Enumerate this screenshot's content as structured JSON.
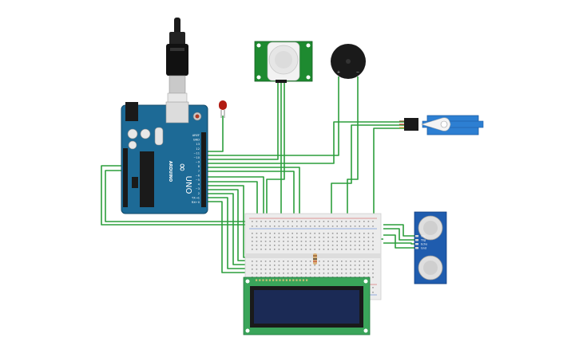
{
  "arduino": {
    "brand": "ARDUINO",
    "model": "UNO",
    "logo_symbol": "∞",
    "labels": [
      "AREF",
      "GND",
      "13",
      "12",
      "~11",
      "~10",
      "~9",
      "8",
      "7",
      "~6",
      "~5",
      "4",
      "~3",
      "2",
      "TX→1",
      "RX←0"
    ]
  },
  "pir": {
    "name": "PIR motion sensor"
  },
  "buzzer": {
    "name": "piezo buzzer",
    "plus": "+",
    "minus": "−"
  },
  "servo": {
    "name": "micro servo"
  },
  "ultrasonic": {
    "pins": [
      "Vcc",
      "Trig",
      "Echo",
      "Gnd"
    ]
  },
  "lcd": {
    "name": "16x2 LCD"
  },
  "led": {
    "color": "#b11b12"
  },
  "colors": {
    "wire": "#2c9e3c",
    "arduino_board": "#1d6a96",
    "pir_board": "#1e8a30",
    "servo_body": "#2d7fd2",
    "ultrasonic_board": "#1f5cae",
    "lcd_bezel": "#3aa55a",
    "lcd_screen": "#1b2a55",
    "breadboard": "#ececec"
  }
}
